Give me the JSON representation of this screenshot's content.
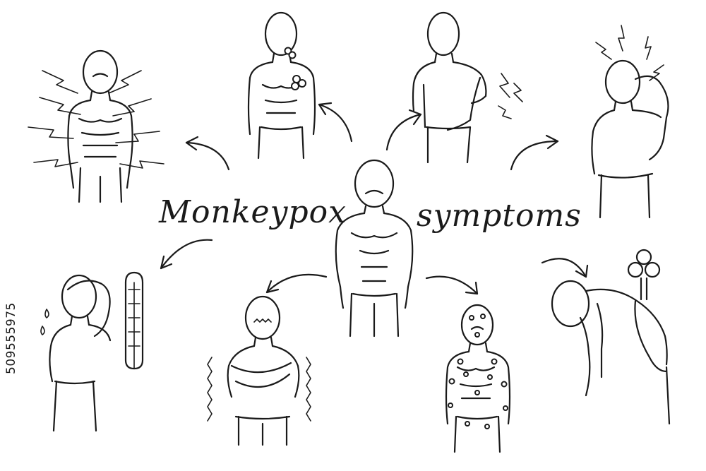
{
  "title": {
    "word1": "Monkeypox",
    "word2": "symptoms"
  },
  "stock_id": "509555975",
  "symptoms": [
    "muscle-pain",
    "swollen-lymph-nodes",
    "back-pain",
    "headache",
    "fever",
    "chills",
    "rash",
    "fatigue"
  ],
  "colors": {
    "ink": "#1a1a1a",
    "background": "#ffffff"
  }
}
